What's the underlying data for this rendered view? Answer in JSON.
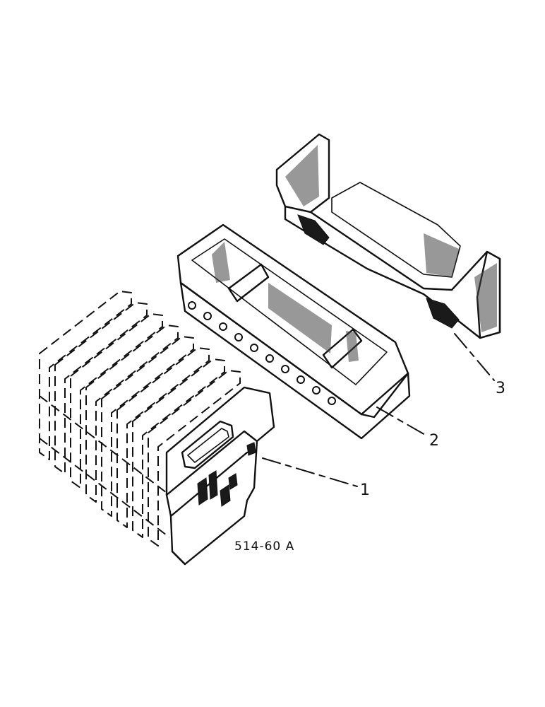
{
  "figure": {
    "reference": "514-60 A",
    "callouts": [
      {
        "number": "1"
      },
      {
        "number": "2"
      },
      {
        "number": "3"
      }
    ]
  }
}
